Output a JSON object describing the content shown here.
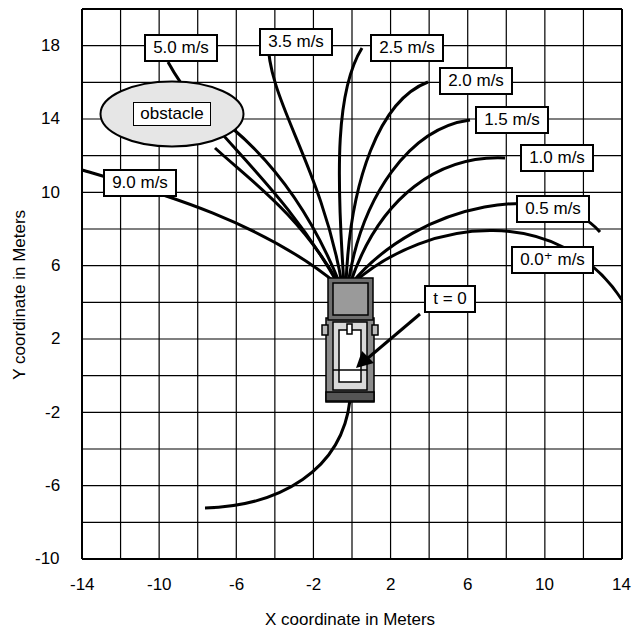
{
  "diagram": {
    "nodes": [
      {
        "text": [
          "5.0 m/s"
        ]
      },
      {
        "text": [
          "3.5 m/s"
        ]
      },
      {
        "text": [
          "2.5 m/s"
        ]
      },
      {
        "text": [
          "2.0 m/s"
        ]
      },
      {
        "text": [
          "obstacle"
        ]
      },
      {
        "text": [
          "1.5 m/s"
        ]
      },
      {
        "text": [
          "1.0 m/s"
        ]
      },
      {
        "text": [
          "9.0 m/s"
        ]
      },
      {
        "text": [
          "0.5 m/s"
        ]
      },
      {
        "text": [
          "0.0⁺ m/s"
        ]
      },
      {
        "text": [
          "t = 0"
        ]
      }
    ],
    "labels": [
      "18",
      "14",
      "10",
      "6",
      "2",
      "-2",
      "-6",
      "-10",
      "-14",
      "-10",
      "-6",
      "-2",
      "2",
      "6",
      "10",
      "14",
      "Y coordinate in Meters",
      "X coordinate in Meters"
    ]
  }
}
